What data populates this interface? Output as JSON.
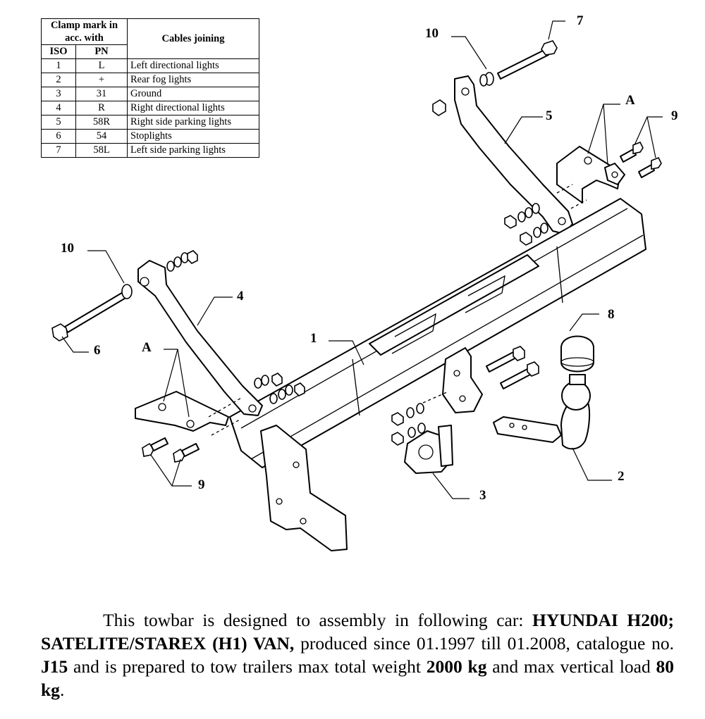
{
  "clamp_table": {
    "header_clamp": "Clamp mark in acc. with",
    "header_iso": "ISO",
    "header_pn": "PN",
    "header_cables": "Cables joining",
    "rows": [
      {
        "iso": "1",
        "pn": "L",
        "cable": "Left directional lights"
      },
      {
        "iso": "2",
        "pn": "+",
        "cable": "Rear fog lights"
      },
      {
        "iso": "3",
        "pn": "31",
        "cable": "Ground"
      },
      {
        "iso": "4",
        "pn": "R",
        "cable": "Right directional lights"
      },
      {
        "iso": "5",
        "pn": "58R",
        "cable": "Right side parking lights"
      },
      {
        "iso": "6",
        "pn": "54",
        "cable": "Stoplights"
      },
      {
        "iso": "7",
        "pn": "58L",
        "cable": "Left side parking lights"
      }
    ]
  },
  "callouts": {
    "c1": "1",
    "c2": "2",
    "c3": "3",
    "c4": "4",
    "c5": "5",
    "c6": "6",
    "c7": "7",
    "c8": "8",
    "c9a": "9",
    "c9b": "9",
    "c10a": "10",
    "c10b": "10",
    "ca1": "A",
    "ca2": "A"
  },
  "description": {
    "t1": "This towbar is designed to assembly in following car:",
    "car": "HYUNDAI H200; SATELITE/STAREX (H1) VAN,",
    "t2": "produced since 01.1997 till 01.2008, catalogue no.",
    "catalogue": "J15",
    "t3": "and is prepared to tow trailers max total weight",
    "weight": "2000 kg",
    "t4": "and max vertical load",
    "load": "80 kg",
    "t5": "."
  }
}
